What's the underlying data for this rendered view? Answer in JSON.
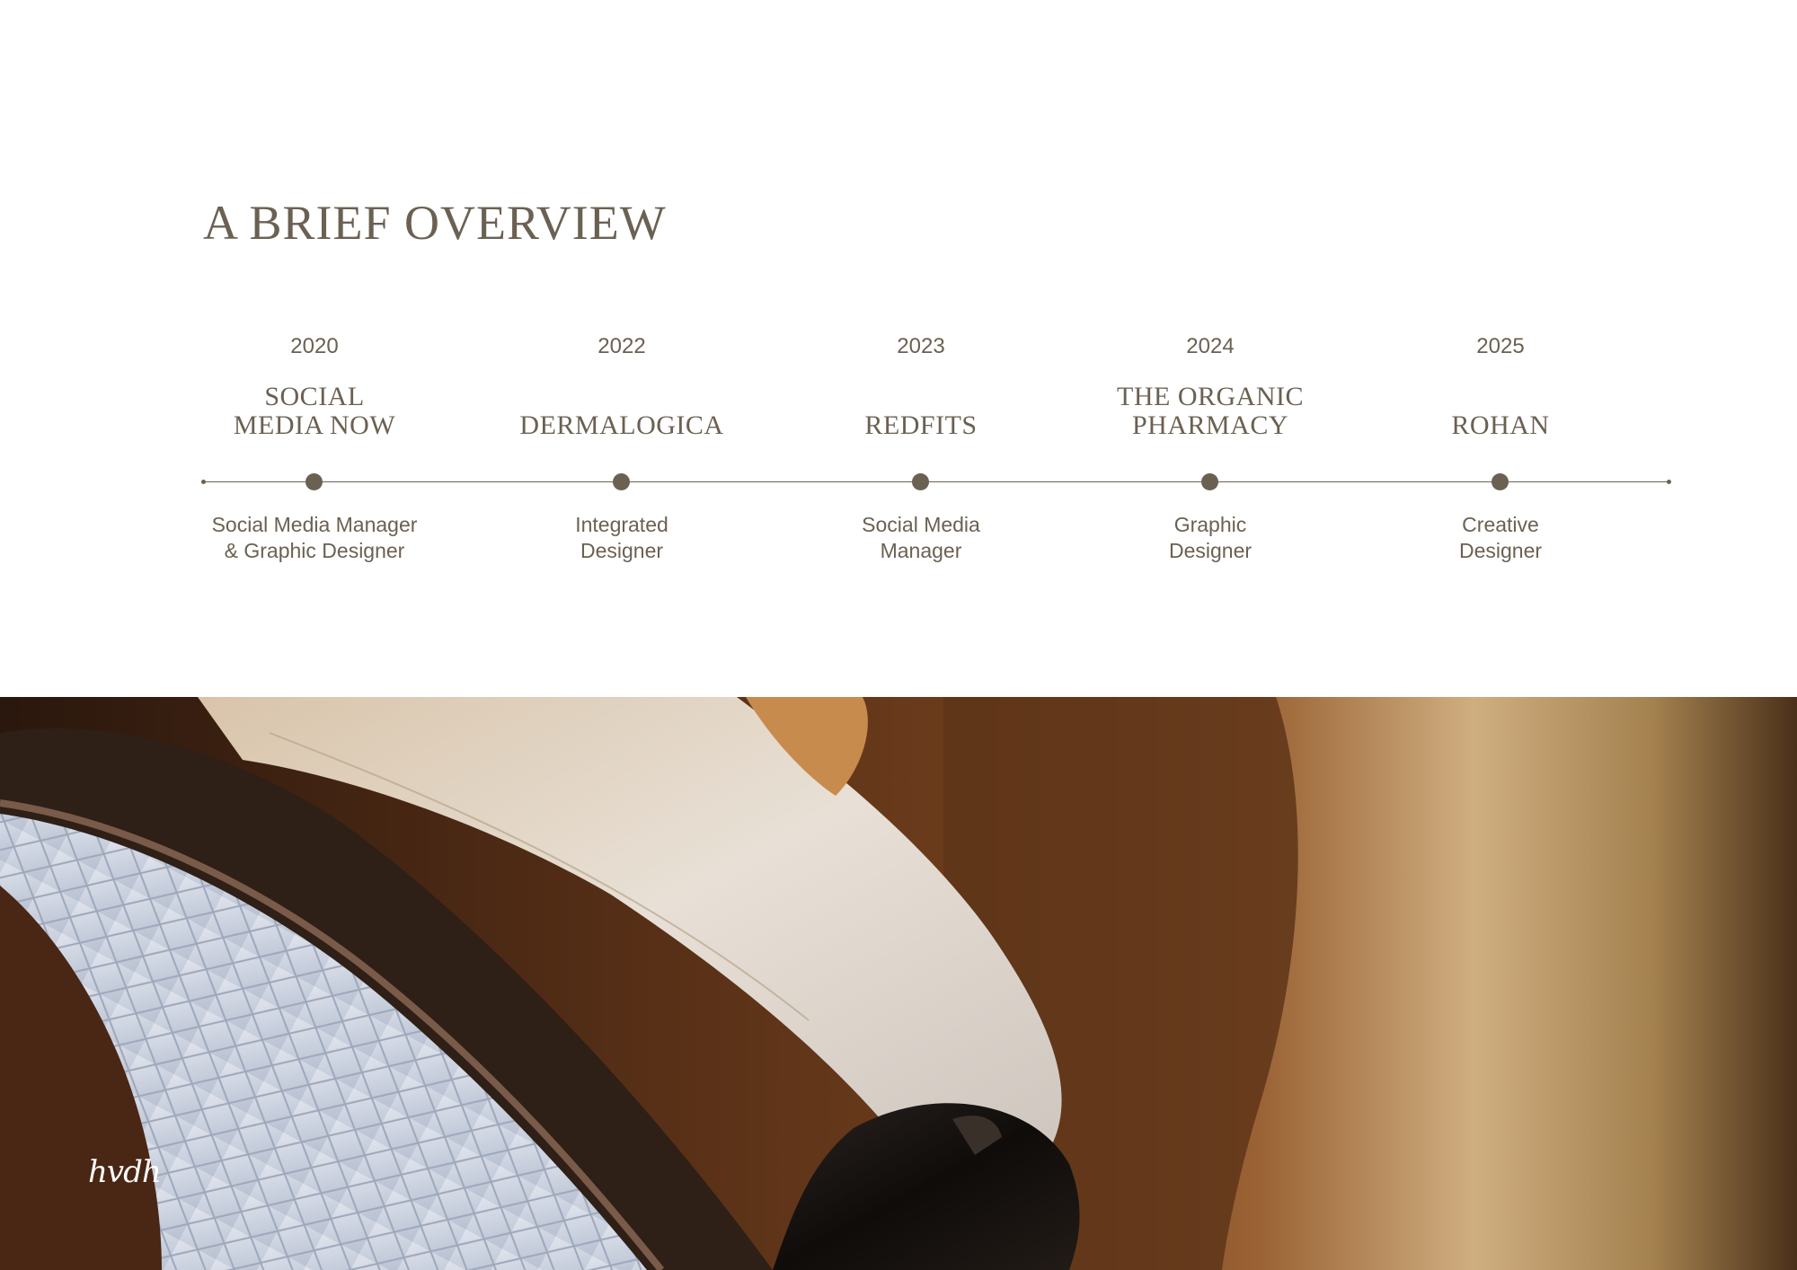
{
  "header": {
    "title": "A BRIEF OVERVIEW"
  },
  "timeline": {
    "entries": [
      {
        "year": "2020",
        "company": "SOCIAL\nMEDIA NOW",
        "role": "Social Media Manager\n& Graphic Designer"
      },
      {
        "year": "2022",
        "company": "DERMALOGICA",
        "role": "Integrated\nDesigner"
      },
      {
        "year": "2023",
        "company": "REDFITS",
        "role": "Social Media\nManager"
      },
      {
        "year": "2024",
        "company": "THE ORGANIC\nPHARMACY",
        "role": "Graphic\nDesigner"
      },
      {
        "year": "2025",
        "company": "ROHAN",
        "role": "Creative\nDesigner"
      }
    ]
  },
  "footer": {
    "signature": "hvdh"
  },
  "colors": {
    "text": "#6b6152",
    "background": "#ffffff"
  }
}
